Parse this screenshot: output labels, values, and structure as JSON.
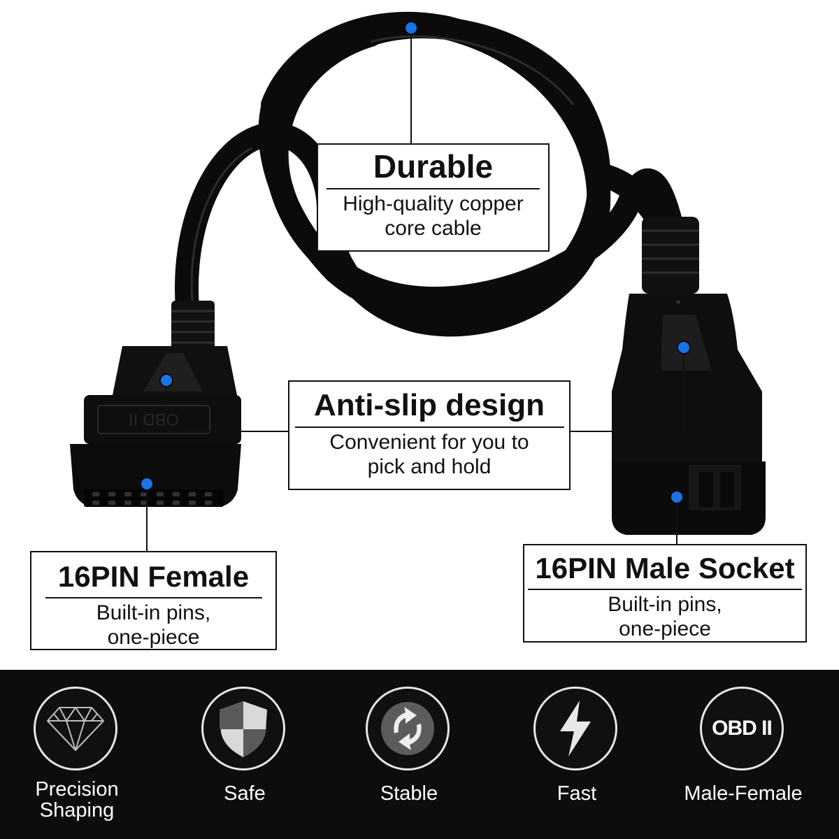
{
  "callouts": {
    "durable": {
      "title": "Durable",
      "line1": "High-quality copper",
      "line2": "core cable"
    },
    "anti_slip": {
      "title": "Anti-slip design",
      "line1": "Convenient for you to",
      "line2": "pick and hold"
    },
    "female": {
      "title": "16PIN Female",
      "line1": "Built-in pins,",
      "line2": "one-piece"
    },
    "male": {
      "title": "16PIN Male Socket",
      "line1": "Built-in pins,",
      "line2": "one-piece"
    }
  },
  "connector_embossing": "OBD II",
  "features": [
    {
      "icon": "diamond-icon",
      "line1": "Precision",
      "line2": "Shaping"
    },
    {
      "icon": "shield-icon",
      "line1": "Safe",
      "line2": ""
    },
    {
      "icon": "recycle-arrows-icon",
      "line1": "Stable",
      "line2": ""
    },
    {
      "icon": "lightning-icon",
      "line1": "Fast",
      "line2": ""
    },
    {
      "icon": "obd-badge-icon",
      "badge_text": "OBD II",
      "line1": "Male-Female",
      "line2": ""
    }
  ],
  "colors": {
    "marker": "#1a73e8",
    "cable": "#0b0b0b",
    "bar": "#0d0d0d"
  }
}
